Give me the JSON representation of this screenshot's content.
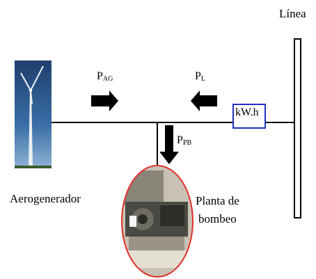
{
  "labels": {
    "line": "Línea",
    "wind_turbine": "Aerogenerador",
    "pumping_plant_line1": "Planta de",
    "pumping_plant_line2": "bombeo",
    "meter": "kW.h"
  },
  "flows": {
    "p_ag": {
      "symbol": "P",
      "subscript": "AG"
    },
    "p_l": {
      "symbol": "P",
      "subscript": "L"
    },
    "p_pb": {
      "symbol": "P",
      "subscript": "PB"
    }
  },
  "colors": {
    "meter_border": "#1f2fbf",
    "pump_circle": "#e0302a",
    "sky": "#2f5f93",
    "arrow": "#000000"
  },
  "icons": {
    "wind_turbine": "wind-turbine-photo",
    "pump": "pump-photo"
  }
}
